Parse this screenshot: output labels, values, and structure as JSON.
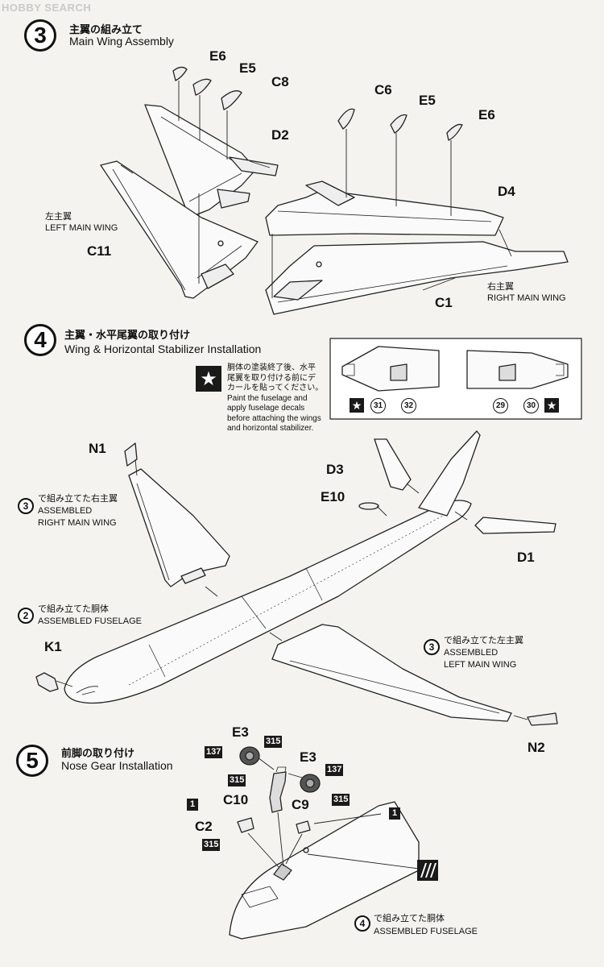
{
  "watermark": "HOBBY SEARCH",
  "step3": {
    "number": "3",
    "title_jp": "主翼の組み立て",
    "title_en": "Main Wing Assembly"
  },
  "step3_parts": {
    "e6a": "E6",
    "e5a": "E5",
    "c8": "C8",
    "d2": "D2",
    "c11": "C11",
    "c6": "C6",
    "e5b": "E5",
    "e6b": "E6",
    "d4": "D4",
    "c1": "C1"
  },
  "step3_labels": {
    "left_jp": "左主翼",
    "left_en": "LEFT MAIN WING",
    "right_jp": "右主翼",
    "right_en": "RIGHT MAIN WING"
  },
  "step4": {
    "number": "4",
    "title_jp": "主翼・水平尾翼の取り付け",
    "title_en": "Wing & Horizontal Stabilizer Installation"
  },
  "step4_note": {
    "line1": "胴体の塗装終了後、水平",
    "line2": "尾翼を取り付ける前にデ",
    "line3": "カールを貼ってください。",
    "line4": "Paint the fuselage and",
    "line5": "apply fuselage decals",
    "line6": "before attaching the wings",
    "line7": "and horizontal stabilizer."
  },
  "decals": {
    "d31": "31",
    "d32": "32",
    "d29": "29",
    "d30": "30"
  },
  "step4_parts": {
    "n1": "N1",
    "d3": "D3",
    "e10": "E10",
    "d1": "D1",
    "k1": "K1",
    "n2": "N2"
  },
  "step4_refs": {
    "right_num": "3",
    "right_jp": "で組み立てた右主翼",
    "right_en1": "ASSEMBLED",
    "right_en2": "RIGHT MAIN WING",
    "fuse_num": "2",
    "fuse_jp": "で組み立てた胴体",
    "fuse_en": "ASSEMBLED FUSELAGE",
    "left_num": "3",
    "left_jp": "で組み立てた左主翼",
    "left_en1": "ASSEMBLED",
    "left_en2": "LEFT MAIN WING"
  },
  "step5": {
    "number": "5",
    "title_jp": "前脚の取り付け",
    "title_en": "Nose Gear Installation"
  },
  "step5_parts": {
    "e3a": "E3",
    "e3b": "E3",
    "c10": "C10",
    "c9": "C9",
    "c2": "C2"
  },
  "colors_codes": {
    "c137a": "137",
    "c315a": "315",
    "c137b": "137",
    "c315b": "315",
    "c315c": "315",
    "c1a": "1",
    "c1b": "1",
    "c315d": "315"
  },
  "step5_ref": {
    "num": "4",
    "jp": "で組み立てた胴体",
    "en": "ASSEMBLED FUSELAGE"
  },
  "style": {
    "ink": "#111111",
    "paper": "#f4f3ef",
    "wheel": "#555555"
  }
}
